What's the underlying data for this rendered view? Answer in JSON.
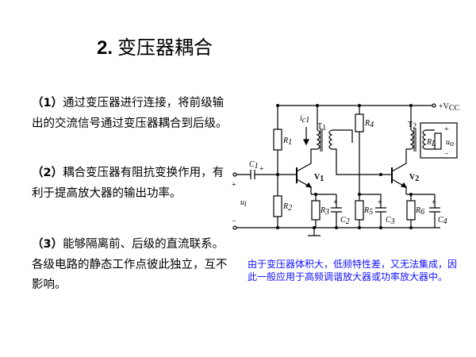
{
  "slide": {
    "title_number": "2.",
    "title_text": "变压器耦合"
  },
  "points": [
    {
      "label": "（1）",
      "text": "通过变压器进行连接，将前级输出的交流信号通过变压器耦合到后级。"
    },
    {
      "label": "（2）",
      "text": "耦合变压器有阻抗变换作用，有利于提高放大器的输出功率。"
    },
    {
      "label": "（3）",
      "text": "能够隔离前、后级的直流联系。各级电路的静态工作点彼此独立，互不影响。"
    }
  ],
  "note": "由于变压器体积大，低频特性差，又无法集成，因此一般应用于高频调谐放大器或功率放大器中。",
  "circuit": {
    "vcc": "+V",
    "vcc_sub": "CC",
    "ic1": "i",
    "ic1_sub": "c1",
    "T1": "T",
    "T1_sub": "1",
    "T2": "T",
    "T2_sub": "2",
    "R1": "R",
    "R1_sub": "1",
    "R2": "R",
    "R2_sub": "2",
    "R3": "R",
    "R3_sub": "3",
    "R4": "R",
    "R4_sub": "4",
    "R5": "R",
    "R5_sub": "5",
    "R6": "R",
    "R6_sub": "6",
    "RL": "R",
    "RL_sub": "L",
    "C1": "C",
    "C1_sub": "1",
    "C2": "C",
    "C2_sub": "2",
    "C3": "C",
    "C3_sub": "3",
    "C4": "C",
    "C4_sub": "4",
    "V1": "V",
    "V1_sub": "1",
    "V2": "V",
    "V2_sub": "2",
    "ui": "u",
    "ui_sub": "i",
    "uo": "u",
    "uo_sub": "o",
    "plus": "+",
    "minus": "−"
  }
}
